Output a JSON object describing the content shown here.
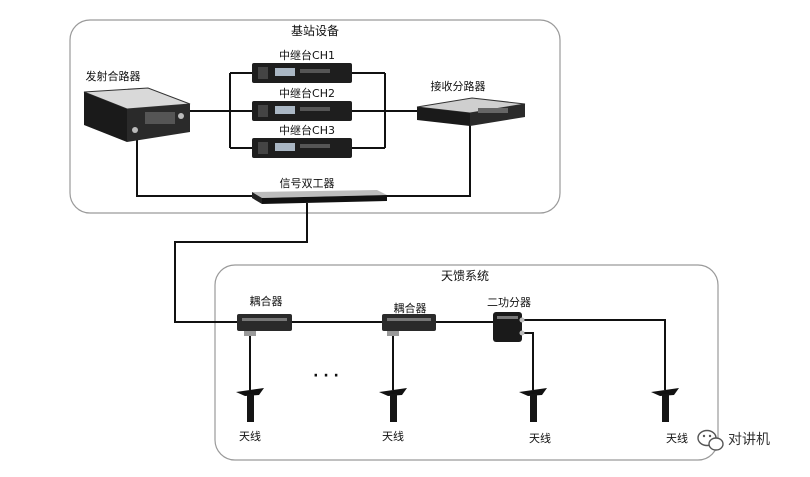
{
  "base_station": {
    "title": "基站设备",
    "tx_combiner": "发射合路器",
    "repeaters": [
      "中继台CH1",
      "中继台CH2",
      "中继台CH3"
    ],
    "rx_splitter": "接收分路器",
    "duplexer": "信号双工器"
  },
  "feeder_system": {
    "title": "天馈系统",
    "couplers": [
      "耦合器",
      "耦合器"
    ],
    "power_splitter": "二功分器",
    "ellipsis": "· · ·",
    "antennas": [
      "天线",
      "天线",
      "天线",
      "天线"
    ]
  },
  "watermark": {
    "text": "对讲机",
    "icon": "wechat-icon"
  }
}
